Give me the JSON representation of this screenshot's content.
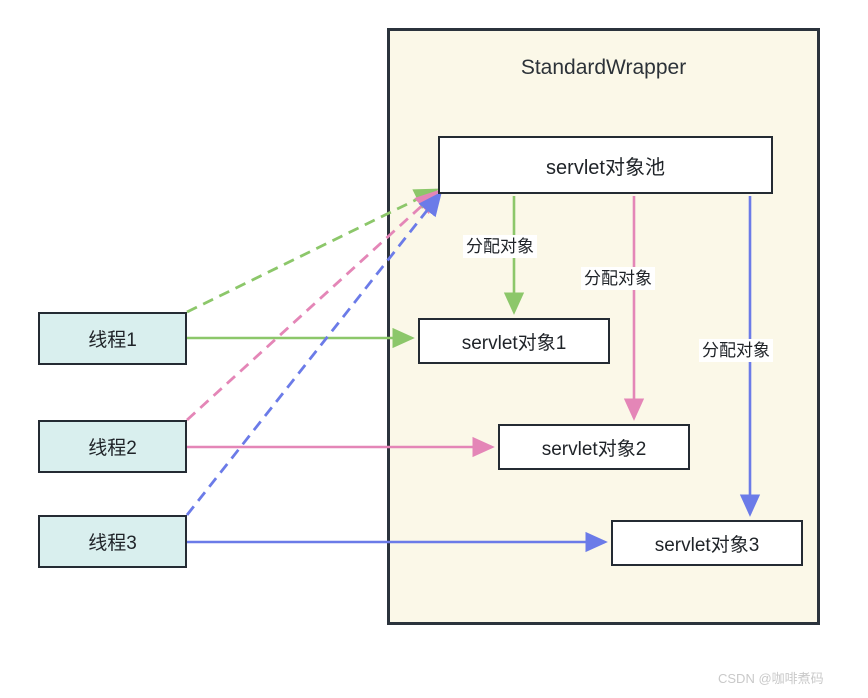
{
  "diagram": {
    "title": "StandardWrapper",
    "panel": {
      "label": "StandardWrapper",
      "fill": "#fbf8e8",
      "stroke": "#2b333c"
    },
    "pool": {
      "label": "servlet对象池"
    },
    "servlet_objects": [
      {
        "label": "servlet对象1"
      },
      {
        "label": "servlet对象2"
      },
      {
        "label": "servlet对象3"
      }
    ],
    "threads": [
      {
        "label": "线程1",
        "color": "#8cc76a"
      },
      {
        "label": "线程2",
        "color": "#e486b7"
      },
      {
        "label": "线程3",
        "color": "#6b7be8"
      }
    ],
    "edge_labels": [
      {
        "text": "分配对象",
        "color": "#8cc76a"
      },
      {
        "text": "分配对象",
        "color": "#e486b7"
      },
      {
        "text": "分配对象",
        "color": "#6b7be8"
      }
    ],
    "colors": {
      "green": "#8cc76a",
      "pink": "#e486b7",
      "blue": "#6b7be8",
      "box_stroke": "#242b33",
      "thread_fill": "#d9efee",
      "box_fill": "#ffffff",
      "panel_fill": "#fbf8e8"
    }
  },
  "watermark": {
    "text": "CSDN @咖啡煮码"
  }
}
